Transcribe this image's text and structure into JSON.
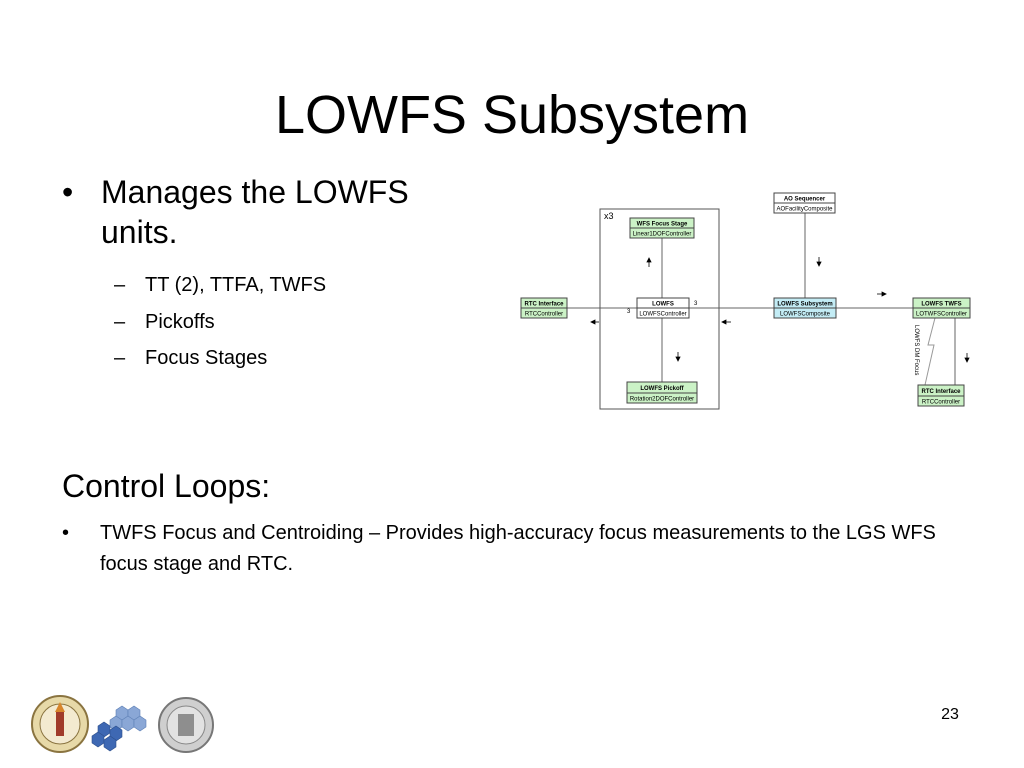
{
  "slide": {
    "title": "LOWFS Subsystem",
    "bullet1": "Manages the LOWFS units.",
    "sub_bullets": [
      "TT (2), TTFA, TWFS",
      "Pickoffs",
      "Focus Stages"
    ],
    "section_heading": "Control Loops:",
    "bullet2": "TWFS Focus and Centroiding – Provides high-accuracy focus measurements to the LGS WFS focus stage and RTC.",
    "page_number": "23"
  },
  "diagram": {
    "multiplicity": "x3",
    "ao_sequencer": {
      "name": "AO Sequencer",
      "class": "AOFacilityComposite"
    },
    "wfs_focus_stage": {
      "name": "WFS Focus Stage",
      "class": "Linear1DOFController"
    },
    "rtc_interface_left": {
      "name": "RTC Interface",
      "class": "RTCController"
    },
    "lowfs": {
      "name": "LOWFS",
      "class": "LOWFSController"
    },
    "lowfs_subsystem": {
      "name": "LOWFS Subsystem",
      "class": "LOWFSComposite"
    },
    "lowfs_twfs": {
      "name": "LOWFS TWFS",
      "class": "LOTWFSController"
    },
    "lowfs_pickoff": {
      "name": "LOWFS Pickoff",
      "class": "Rotation2DOFController"
    },
    "rtc_interface_right": {
      "name": "RTC Interface",
      "class": "RTCController"
    },
    "mult_right": "3",
    "mult_left": "3",
    "link_label": "LOWFS DM Focus"
  },
  "colors": {
    "green_header": "#cbf2c6",
    "blue_header": "#c3ecf5",
    "line": "#666666"
  }
}
